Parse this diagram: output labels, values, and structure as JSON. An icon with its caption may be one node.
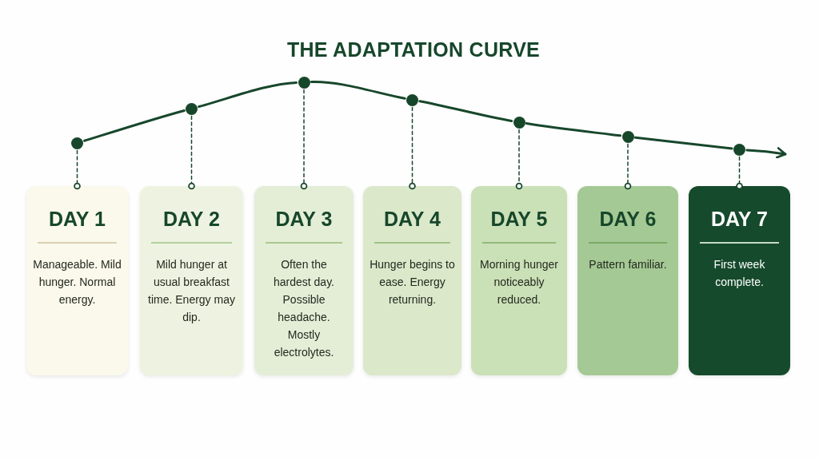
{
  "diagram": {
    "title": "THE ADAPTATION CURVE",
    "nodes": [
      {
        "text": [],
        "shape": "circle"
      },
      {
        "text": [],
        "shape": "circle"
      },
      {
        "text": [],
        "shape": "circle"
      },
      {
        "text": [],
        "shape": "circle"
      },
      {
        "text": [],
        "shape": "circle"
      },
      {
        "text": [],
        "shape": "circle"
      },
      {
        "text": [],
        "shape": "circle"
      },
      {
        "text": [
          "DAY 1",
          "Manageable. Mild hunger. Normal energy."
        ]
      },
      {
        "text": [
          "DAY 2",
          "Mild hunger at usual breakfast time. Energy may dip."
        ]
      },
      {
        "text": [
          "DAY 3",
          "Often the hardest day. Possible headache. Mostly electrolytes."
        ]
      },
      {
        "text": [
          "DAY 4",
          "Hunger begins to ease. Energy returning."
        ]
      },
      {
        "text": [
          "DAY 5",
          "Morning hunger noticeably reduced."
        ]
      },
      {
        "text": [
          "DAY 6",
          "Pattern familiar."
        ]
      },
      {
        "text": [
          "DAY 7",
          "First week complete."
        ]
      }
    ],
    "edges": [
      {
        "from": 0,
        "to": 1,
        "arrow": "none"
      },
      {
        "from": 1,
        "to": 2,
        "arrow": "none"
      },
      {
        "from": 2,
        "to": 3,
        "arrow": "none"
      },
      {
        "from": 3,
        "to": 4,
        "arrow": "none"
      },
      {
        "from": 4,
        "to": 5,
        "arrow": "none"
      },
      {
        "from": 5,
        "to": 6,
        "arrow": "none"
      },
      {
        "from": 6,
        "to": null,
        "arrow": "to"
      },
      {
        "from": 0,
        "to": 7,
        "arrow": "other",
        "style": "dashed"
      },
      {
        "from": 1,
        "to": 8,
        "arrow": "other",
        "style": "dashed"
      },
      {
        "from": 2,
        "to": 9,
        "arrow": "other",
        "style": "dashed"
      },
      {
        "from": 3,
        "to": 10,
        "arrow": "other",
        "style": "dashed"
      },
      {
        "from": 4,
        "to": 11,
        "arrow": "other",
        "style": "dashed"
      },
      {
        "from": 5,
        "to": 12,
        "arrow": "other",
        "style": "dashed"
      },
      {
        "from": 6,
        "to": 13,
        "arrow": "other",
        "style": "dashed"
      }
    ]
  }
}
